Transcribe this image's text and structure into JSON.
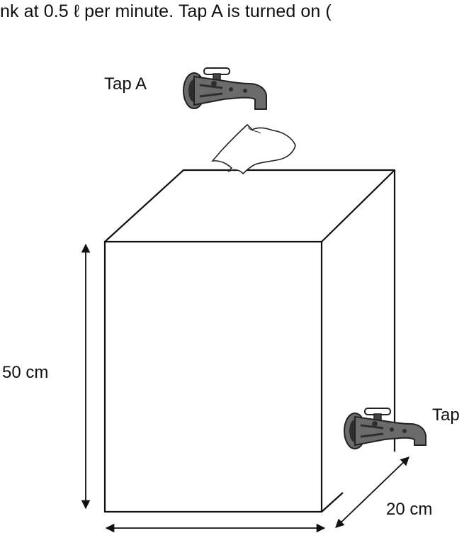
{
  "text": {
    "header": "nk at 0.5 ℓ  per minute. Tap A is turned on (",
    "tap_a_label": "Tap A",
    "tap_b_label": "Tap",
    "height_label": "50 cm",
    "depth_label": "20 cm"
  },
  "colors": {
    "ink": "#111111",
    "tap_body": "#6b6b6b",
    "tap_dark": "#2e2e2e"
  }
}
